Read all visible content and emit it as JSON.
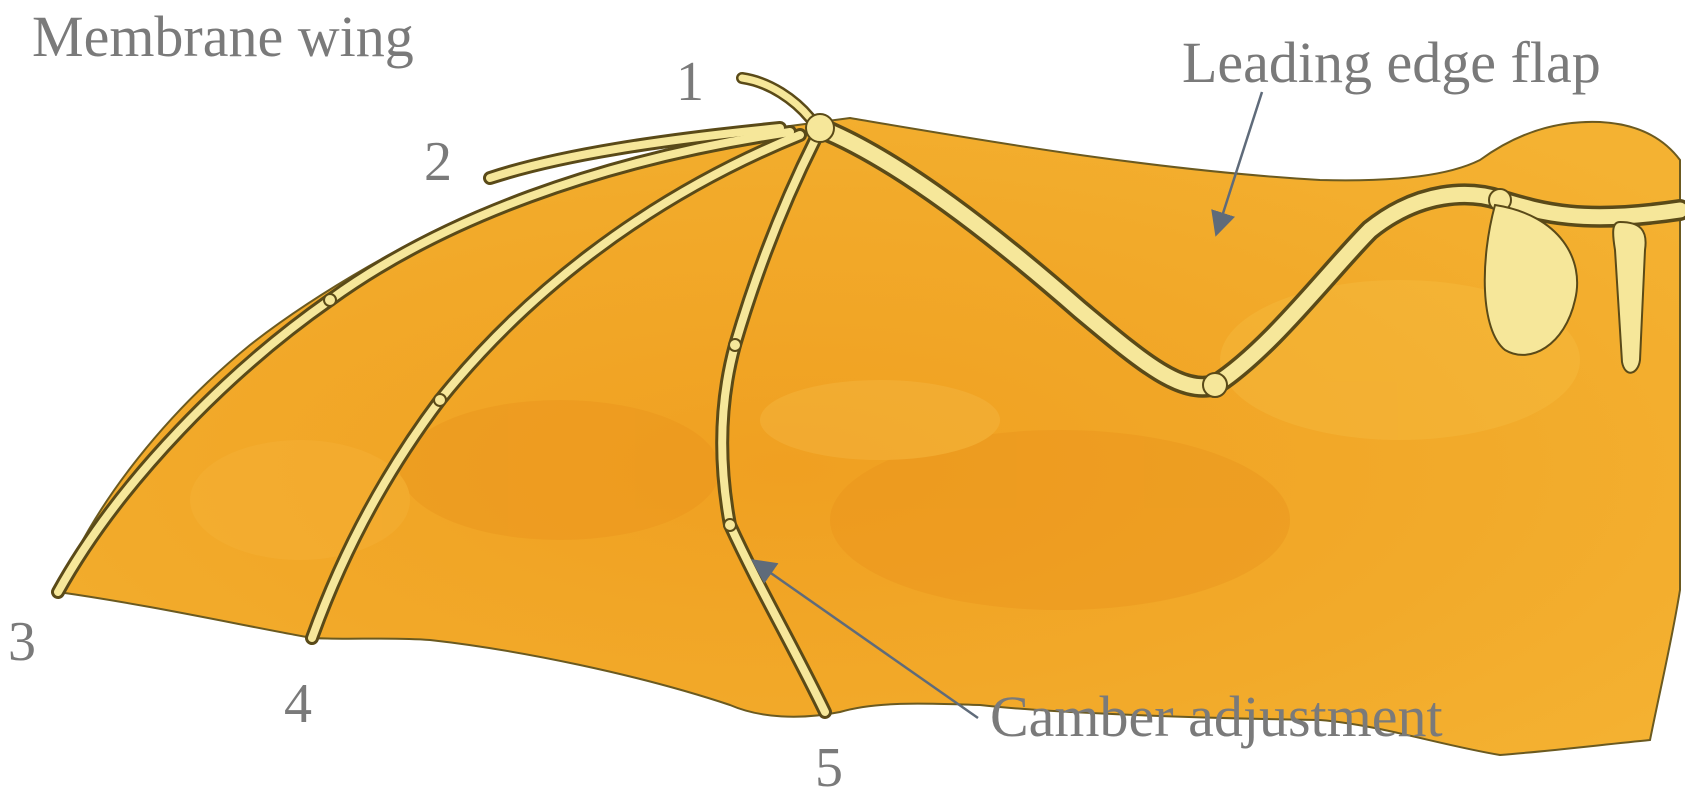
{
  "title": "Membrane wing",
  "annotations": {
    "leading_edge_flap": "Leading edge flap",
    "camber_adjustment": "Camber adjustment"
  },
  "digits": {
    "d1": "1",
    "d2": "2",
    "d3": "3",
    "d4": "4",
    "d5": "5"
  },
  "colors": {
    "membrane": "#f0a524",
    "membrane_dark": "#e8961c",
    "membrane_light": "#f6b83a",
    "bone_fill": "#f6e79a",
    "bone_stroke": "#5a4a18",
    "label_text": "#7a7a7a",
    "arrow": "#5f6b7a"
  }
}
